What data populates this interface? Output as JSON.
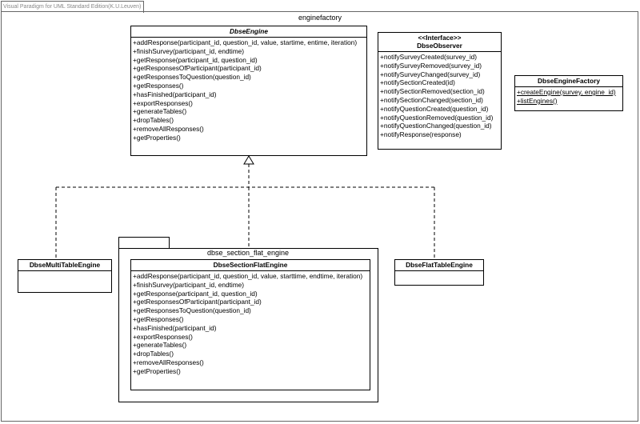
{
  "frame": {
    "tab_label": "Visual Paradigm for UML Standard Edition(K.U.Leuven)",
    "package_name": "enginefactory"
  },
  "sub_package": {
    "name": "dbse_section_flat_engine"
  },
  "classes": {
    "dbse_engine": {
      "name": "DbseEngine",
      "operations": [
        "+addResponse(participant_id, question_id, value, startime, entime, iteration)",
        "+finishSurvey(participant_id, endtime)",
        "+getResponse(participant_id, question_id)",
        "+getResponsesOfParticipant(participant_id)",
        "+getResponsesToQuestion(question_id)",
        "+getResponses()",
        "+hasFinished(participant_id)",
        "+exportResponses()",
        "+generateTables()",
        "+dropTables()",
        "+removeAllResponses()",
        "+getProperties()"
      ]
    },
    "dbse_observer": {
      "stereotype": "<<Interface>>",
      "name": "DbseObserver",
      "operations": [
        "+notifySurveyCreated(survey_id)",
        "+notifySurveyRemoved(survey_id)",
        "+notifySurveyChanged(survey_id)",
        "+notifySectionCreated(id)",
        "+notifySectionRemoved(section_id)",
        "+notifySectionChanged(section_id)",
        "+notifyQuestionCreated(question_id)",
        "+notifyQuestionRemoved(question_id)",
        "+notifyQuestionChanged(question_id)",
        "+notifyResponse(response)"
      ]
    },
    "dbse_engine_factory": {
      "name": "DbseEngineFactory",
      "operations": [
        "+createEngine(survey, engine_id)",
        "+listEngines()"
      ]
    },
    "dbse_multi_table_engine": {
      "name": "DbseMultiTableEngine"
    },
    "dbse_flat_table_engine": {
      "name": "DbseFlatTableEngine"
    },
    "dbse_section_flat_engine": {
      "name": "DbseSectionFlatEngine",
      "operations": [
        "+addResponse(participant_id, question_id, value, starttime, endtime, iteration)",
        "+finishSurvey(participant_id, endtime)",
        "+getResponse(participant_id, question_id)",
        "+getResponsesOfParticipant(participant_id)",
        "+getResponsesToQuestion(question_id)",
        "+getResponses()",
        "+hasFinished(participant_id)",
        "+exportResponses()",
        "+generateTables()",
        "+dropTables()",
        "+removeAllResponses()",
        "+getProperties()"
      ]
    }
  },
  "colors": {
    "line": "#000000",
    "frame": "#666666",
    "background": "#ffffff"
  }
}
